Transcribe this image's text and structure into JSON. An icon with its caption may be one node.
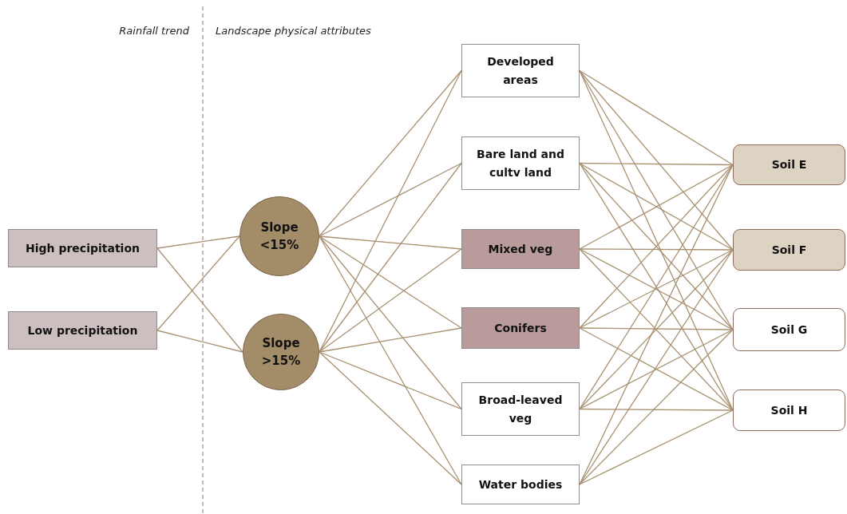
{
  "diagram": {
    "nodes": [
      {
        "text": [
          "High precipitation"
        ]
      },
      {
        "text": [
          "Low precipitation"
        ]
      },
      {
        "text": [
          "Slope <15%"
        ]
      },
      {
        "text": [
          "Slope >15%"
        ]
      },
      {
        "text": [
          "Developed areas"
        ]
      },
      {
        "text": [
          "Bare land and cultv land"
        ]
      },
      {
        "text": [
          "Mixed veg"
        ]
      },
      {
        "text": [
          "Conifers"
        ]
      },
      {
        "text": [
          "Broad-leaved veg"
        ]
      },
      {
        "text": [
          "Water bodies"
        ]
      },
      {
        "text": [
          "Soil E"
        ]
      },
      {
        "text": [
          "Soil F"
        ]
      },
      {
        "text": [
          "Soil G"
        ]
      },
      {
        "text": [
          "Soil H"
        ]
      }
    ],
    "edges": [
      {
        "from": 0,
        "to": 2,
        "arrow": "none"
      },
      {
        "from": 0,
        "to": 3,
        "arrow": "none"
      },
      {
        "from": 1,
        "to": 2,
        "arrow": "none"
      },
      {
        "from": 1,
        "to": 3,
        "arrow": "none"
      },
      {
        "from": 2,
        "to": 4,
        "arrow": "none"
      },
      {
        "from": 2,
        "to": 5,
        "arrow": "none"
      },
      {
        "from": 2,
        "to": 6,
        "arrow": "none"
      },
      {
        "from": 2,
        "to": 7,
        "arrow": "none"
      },
      {
        "from": 2,
        "to": 8,
        "arrow": "none"
      },
      {
        "from": 2,
        "to": 9,
        "arrow": "none"
      },
      {
        "from": 3,
        "to": 4,
        "arrow": "none"
      },
      {
        "from": 3,
        "to": 5,
        "arrow": "none"
      },
      {
        "from": 3,
        "to": 6,
        "arrow": "none"
      },
      {
        "from": 3,
        "to": 7,
        "arrow": "none"
      },
      {
        "from": 3,
        "to": 8,
        "arrow": "none"
      },
      {
        "from": 3,
        "to": 9,
        "arrow": "none"
      },
      {
        "from": 4,
        "to": 10,
        "arrow": "none"
      },
      {
        "from": 4,
        "to": 11,
        "arrow": "none"
      },
      {
        "from": 4,
        "to": 12,
        "arrow": "none"
      },
      {
        "from": 4,
        "to": 13,
        "arrow": "none"
      },
      {
        "from": 5,
        "to": 10,
        "arrow": "none"
      },
      {
        "from": 5,
        "to": 11,
        "arrow": "none"
      },
      {
        "from": 5,
        "to": 12,
        "arrow": "none"
      },
      {
        "from": 5,
        "to": 13,
        "arrow": "none"
      },
      {
        "from": 6,
        "to": 10,
        "arrow": "none"
      },
      {
        "from": 6,
        "to": 11,
        "arrow": "none"
      },
      {
        "from": 6,
        "to": 12,
        "arrow": "none"
      },
      {
        "from": 6,
        "to": 13,
        "arrow": "none"
      },
      {
        "from": 7,
        "to": 10,
        "arrow": "none"
      },
      {
        "from": 7,
        "to": 11,
        "arrow": "none"
      },
      {
        "from": 7,
        "to": 12,
        "arrow": "none"
      },
      {
        "from": 7,
        "to": 13,
        "arrow": "none"
      },
      {
        "from": 8,
        "to": 10,
        "arrow": "none"
      },
      {
        "from": 8,
        "to": 11,
        "arrow": "none"
      },
      {
        "from": 8,
        "to": 12,
        "arrow": "none"
      },
      {
        "from": 8,
        "to": 13,
        "arrow": "none"
      },
      {
        "from": 9,
        "to": 10,
        "arrow": "none"
      },
      {
        "from": 9,
        "to": 11,
        "arrow": "none"
      },
      {
        "from": 9,
        "to": 12,
        "arrow": "none"
      },
      {
        "from": 9,
        "to": 13,
        "arrow": "none"
      }
    ],
    "labels": [
      "Rainfall trend",
      "Landscape physical attributes"
    ]
  }
}
